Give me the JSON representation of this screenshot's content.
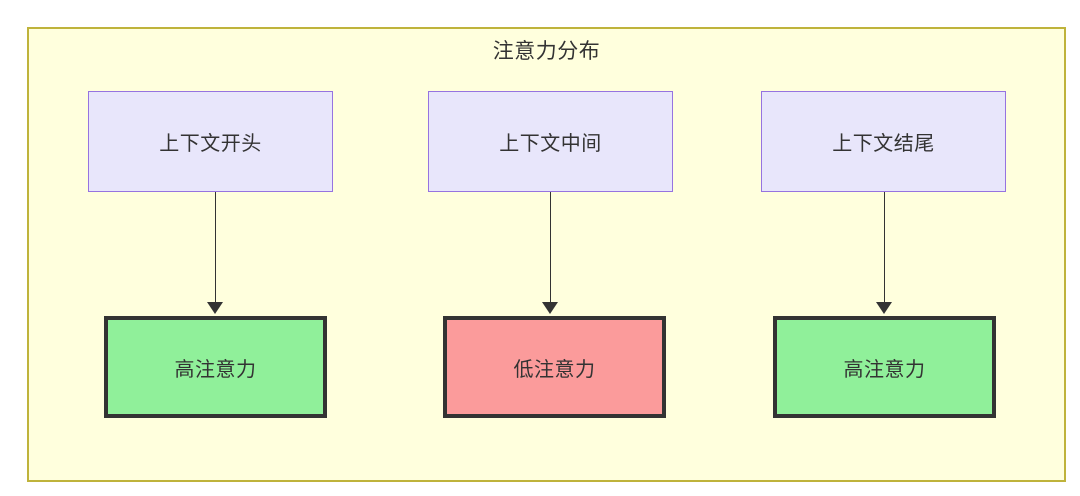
{
  "diagram": {
    "title": "注意力分布",
    "container": {
      "fill": "#ffffdd",
      "stroke": "#bfb33b"
    },
    "source_nodes": [
      {
        "id": "ctx-start",
        "label": "上下文开头",
        "fill": "#e8e6fb",
        "stroke": "#9673e0"
      },
      {
        "id": "ctx-middle",
        "label": "上下文中间",
        "fill": "#e8e6fb",
        "stroke": "#9673e0"
      },
      {
        "id": "ctx-end",
        "label": "上下文结尾",
        "fill": "#e8e6fb",
        "stroke": "#9673e0"
      }
    ],
    "result_nodes": [
      {
        "id": "attn-high-1",
        "label": "高注意力",
        "fill": "#90f09a",
        "stroke": "#333333"
      },
      {
        "id": "attn-low",
        "label": "低注意力",
        "fill": "#fb9b9b",
        "stroke": "#333333"
      },
      {
        "id": "attn-high-2",
        "label": "高注意力",
        "fill": "#90f09a",
        "stroke": "#333333"
      }
    ],
    "edges": [
      {
        "from": "ctx-start",
        "to": "attn-high-1",
        "style": "arrow"
      },
      {
        "from": "ctx-middle",
        "to": "attn-low",
        "style": "arrow"
      },
      {
        "from": "ctx-end",
        "to": "attn-high-2",
        "style": "arrow"
      }
    ]
  }
}
